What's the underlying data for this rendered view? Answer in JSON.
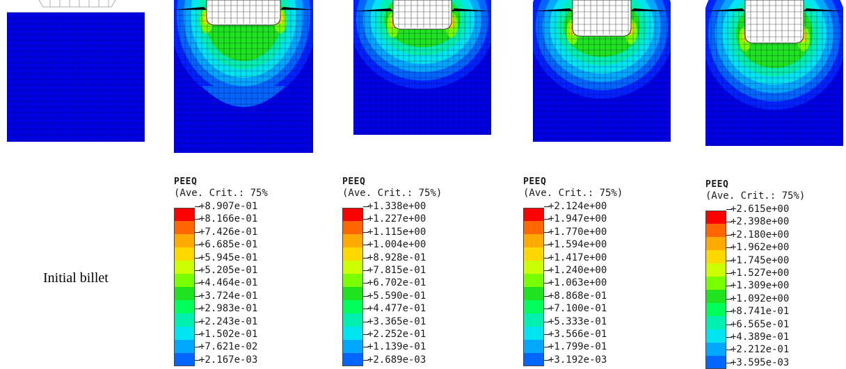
{
  "caption": "Initial billet",
  "palette": [
    "#ff0000",
    "#ff6600",
    "#ffaa00",
    "#ffd800",
    "#ccff00",
    "#7aff00",
    "#1ee31e",
    "#00ff5a",
    "#00f0b0",
    "#00e6f0",
    "#00a8ff",
    "#0066ff",
    "#0000f0"
  ],
  "legends": [
    {
      "title": "PEEQ",
      "subtitle": "(Ave. Crit.: 75%",
      "values": [
        "+8.907e-01",
        "+8.166e-01",
        "+7.426e-01",
        "+6.685e-01",
        "+5.945e-01",
        "+5.205e-01",
        "+4.464e-01",
        "+3.724e-01",
        "+2.983e-01",
        "+2.243e-01",
        "+1.502e-01",
        "+7.621e-02",
        "+2.167e-03"
      ]
    },
    {
      "title": "PEEQ",
      "subtitle": "(Ave. Crit.: 75%)",
      "values": [
        "+1.338e+00",
        "+1.227e+00",
        "+1.115e+00",
        "+1.004e+00",
        "+8.928e-01",
        "+7.815e-01",
        "+6.702e-01",
        "+5.590e-01",
        "+4.477e-01",
        "+3.365e-01",
        "+2.252e-01",
        "+1.139e-01",
        "+2.689e-03"
      ]
    },
    {
      "title": "PEEQ",
      "subtitle": "(Ave. Crit.: 75%)",
      "values": [
        "+2.124e+00",
        "+1.947e+00",
        "+1.770e+00",
        "+1.594e+00",
        "+1.417e+00",
        "+1.240e+00",
        "+1.063e+00",
        "+8.868e-01",
        "+7.100e-01",
        "+5.333e-01",
        "+3.566e-01",
        "+1.799e-01",
        "+3.192e-03"
      ]
    },
    {
      "title": "PEEQ",
      "subtitle": "(Ave. Crit.: 75%)",
      "values": [
        "+2.615e+00",
        "+2.398e+00",
        "+2.180e+00",
        "+1.962e+00",
        "+1.745e+00",
        "+1.527e+00",
        "+1.309e+00",
        "+1.092e+00",
        "+8.741e-01",
        "+6.565e-01",
        "+4.389e-01",
        "+2.212e-01",
        "+3.595e-03"
      ]
    }
  ]
}
